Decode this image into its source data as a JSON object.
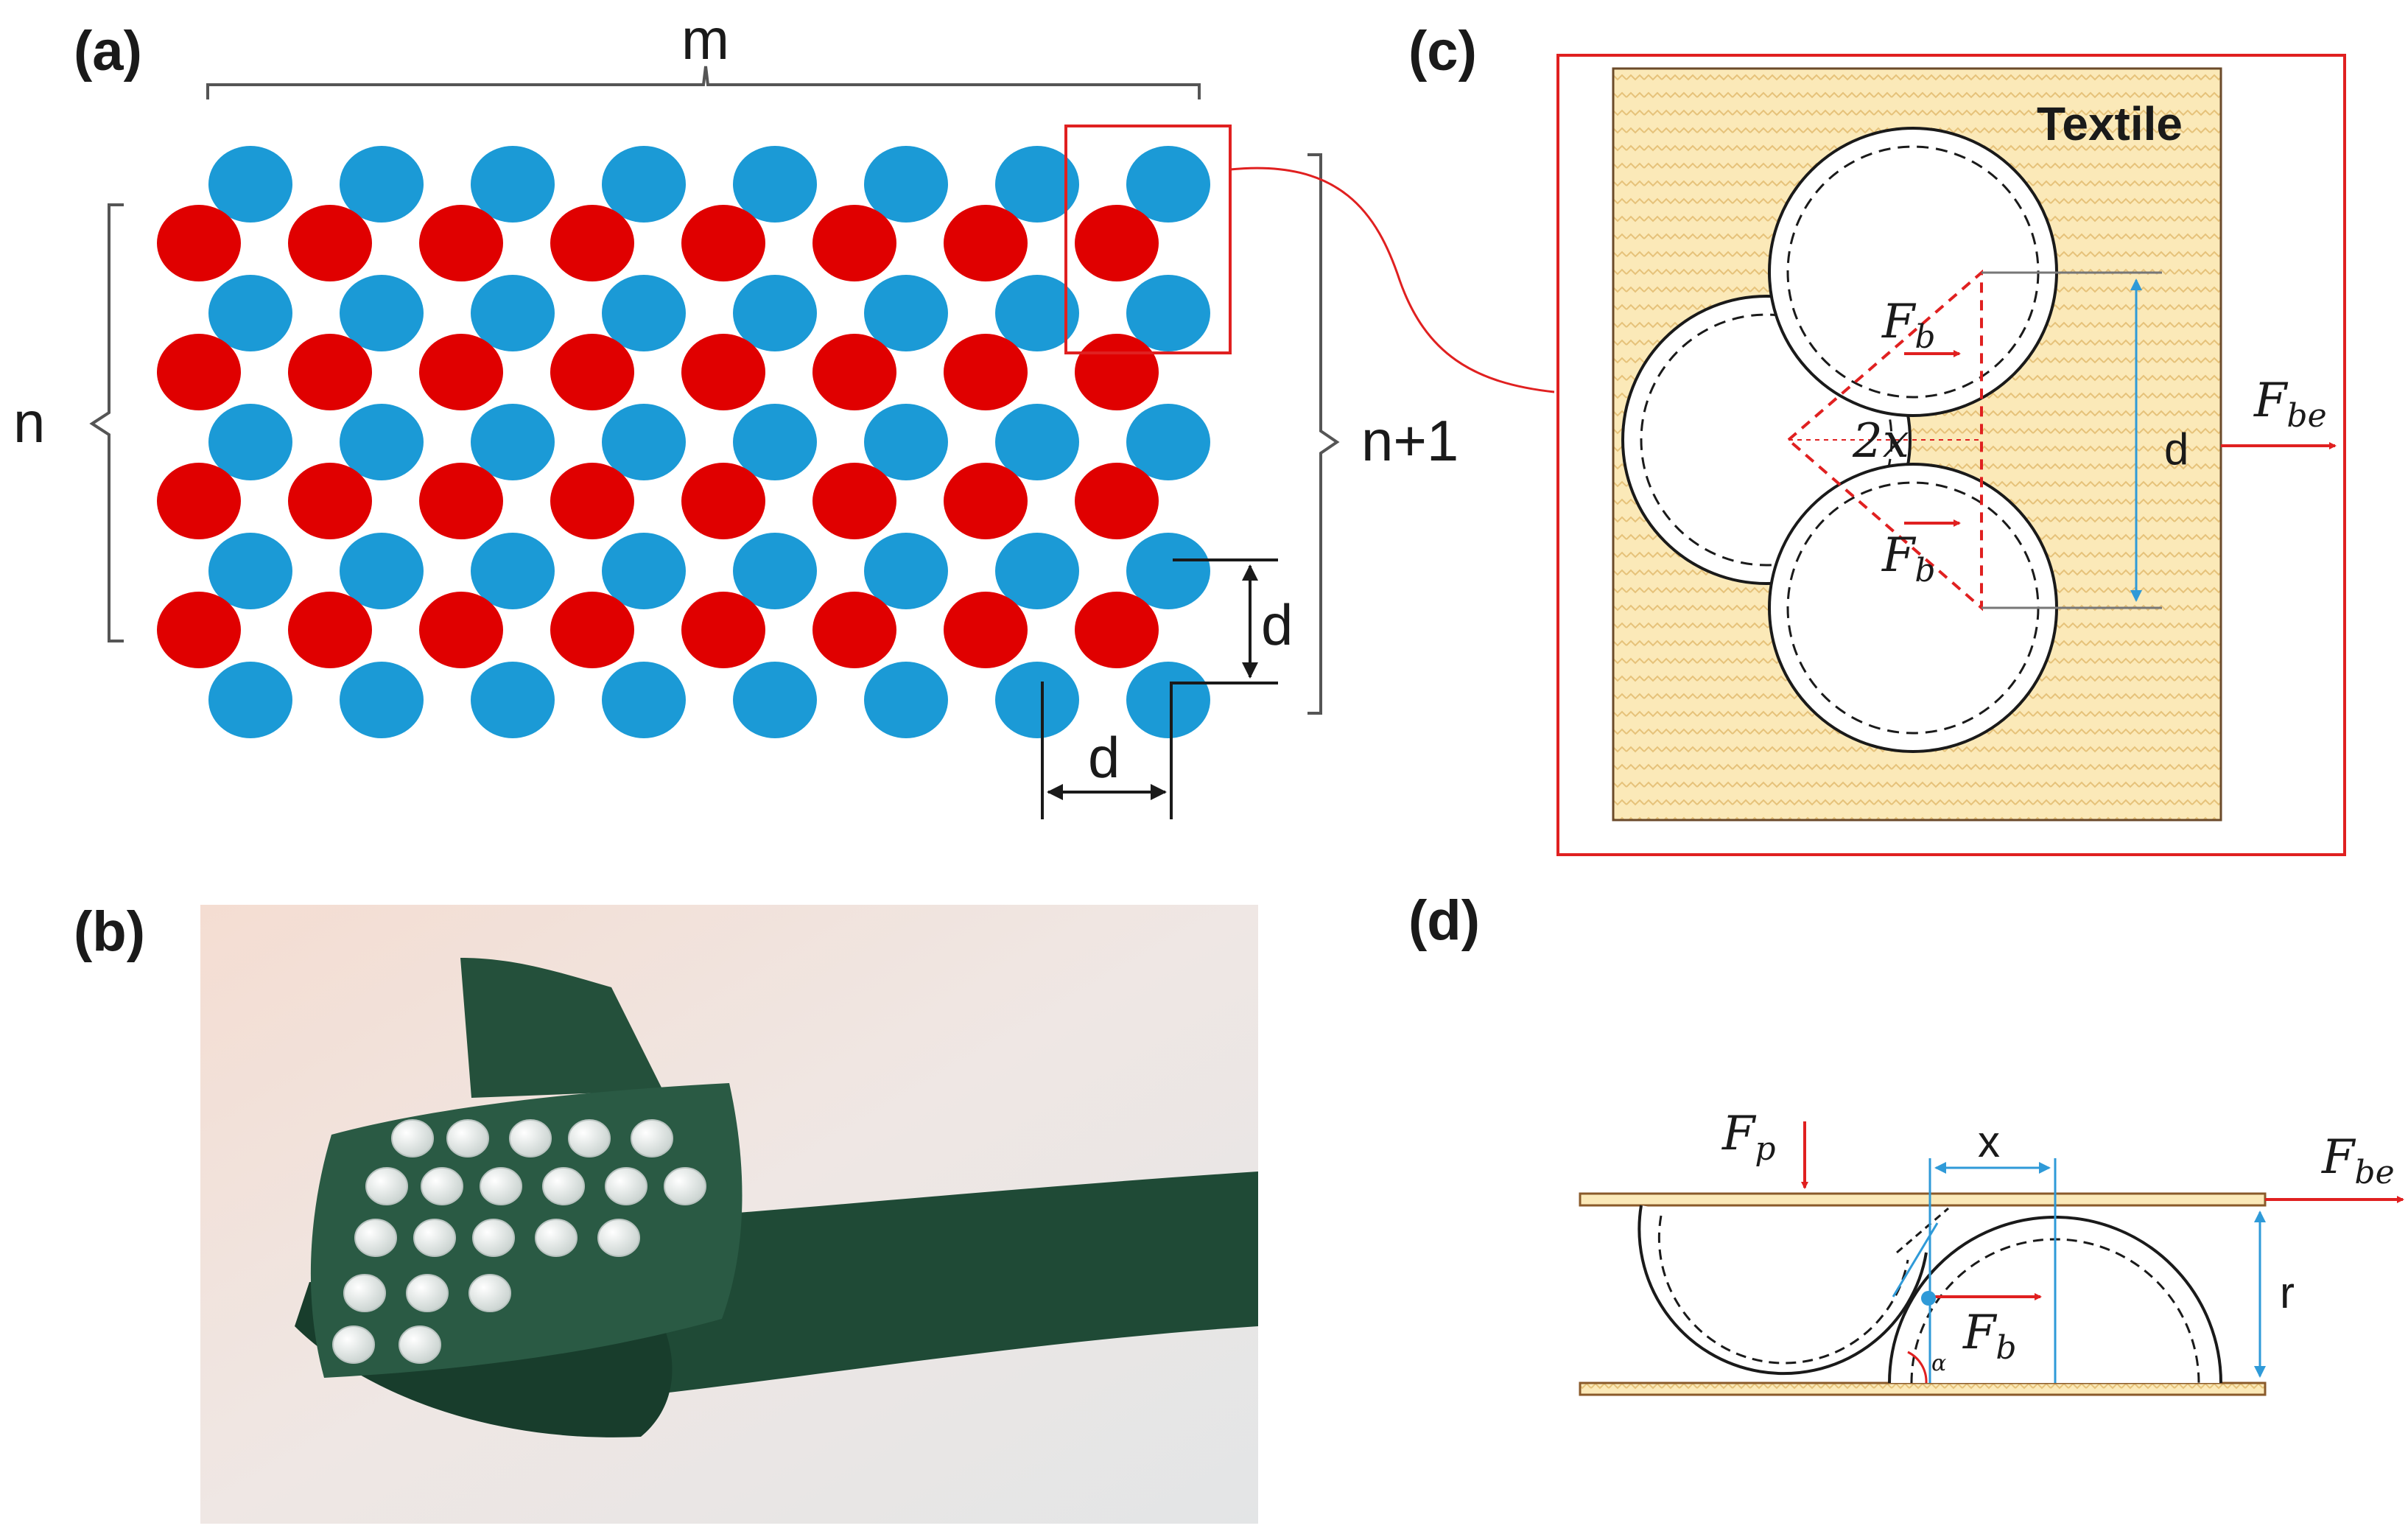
{
  "panels": {
    "a": {
      "label": "(a)",
      "m": "m",
      "n": "n",
      "n_plus_1": "n+1",
      "d_vertical": "d",
      "d_horizontal": "d"
    },
    "b": {
      "label": "(b)"
    },
    "c": {
      "label": "(c)",
      "textile": "Textile",
      "fb_top": "F",
      "fb_top_sub": "b",
      "fb_bottom": "F",
      "fb_bottom_sub": "b",
      "two_x": "2x",
      "d": "d",
      "fbe": "F",
      "fbe_sub": "be"
    },
    "d": {
      "label": "(d)",
      "fp": "F",
      "fp_sub": "p",
      "x": "x",
      "fbe": "F",
      "fbe_sub": "be",
      "r": "r",
      "fb": "F",
      "fb_sub": "b",
      "alpha": "α"
    }
  },
  "colors": {
    "blue_dot": "#1b9ad6",
    "red_dot": "#e00000",
    "frame_red": "#e02020",
    "textile_fill": "#fbe9b8",
    "fabric_green": "#1f4a36",
    "bead_white": "#e9ecea",
    "dim_blue": "#2f9ad8",
    "bar_brown": "#b87333"
  },
  "grid": {
    "blue_rows": 5,
    "red_rows": 4,
    "columns": 8
  }
}
